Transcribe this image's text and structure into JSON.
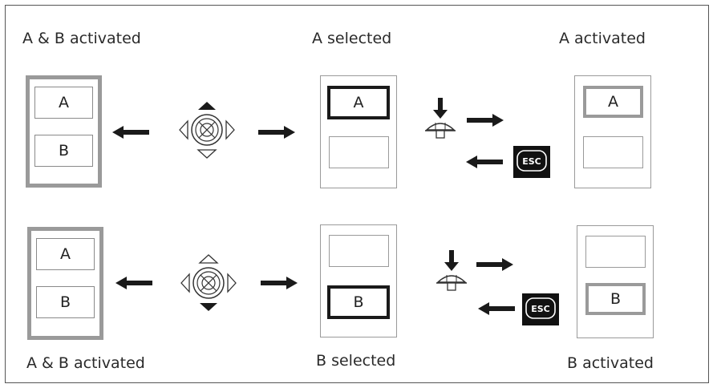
{
  "captions": {
    "top_left": "A & B activated",
    "top_middle": "A selected",
    "top_right": "A activated",
    "bottom_left": "A & B activated",
    "bottom_middle": "B selected",
    "bottom_right": "B activated"
  },
  "slots": {
    "a": "A",
    "b": "B"
  },
  "keys": {
    "esc": "ESC"
  },
  "colors": {
    "activated_border": "#9a9a9a",
    "selected_border": "#1a1a1a",
    "normal_border": "#b0b0b0",
    "arrow": "#1a1a1a"
  },
  "icons": {
    "navigation_pad_up": "joystick-up-icon",
    "navigation_pad_down": "joystick-down-icon",
    "press_button": "press-button-icon",
    "escape_key": "esc-key-icon"
  }
}
